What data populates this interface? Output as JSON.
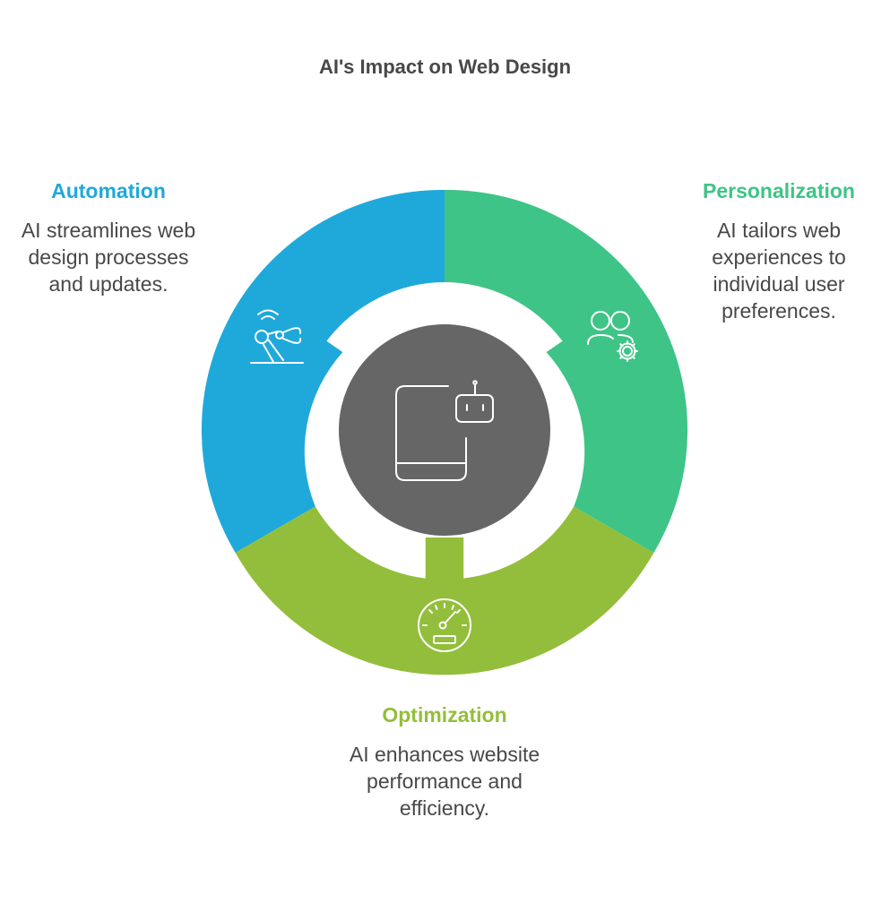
{
  "title": "AI's Impact on Web Design",
  "segments": [
    {
      "id": "automation",
      "heading": "Automation",
      "description": "AI streamlines web design processes and updates.",
      "color": "#1FA9DA",
      "icon": "robotic-arm-icon"
    },
    {
      "id": "personalization",
      "heading": "Personalization",
      "description": "AI tailors web experiences to individual user preferences.",
      "color": "#3EC486",
      "icon": "users-gear-icon"
    },
    {
      "id": "optimization",
      "heading": "Optimization",
      "description": "AI enhances website performance and efficiency.",
      "color": "#93BE3B",
      "icon": "speedometer-icon"
    }
  ],
  "center": {
    "color": "#666666",
    "icon": "robot-device-icon"
  },
  "text_color": "#484848"
}
